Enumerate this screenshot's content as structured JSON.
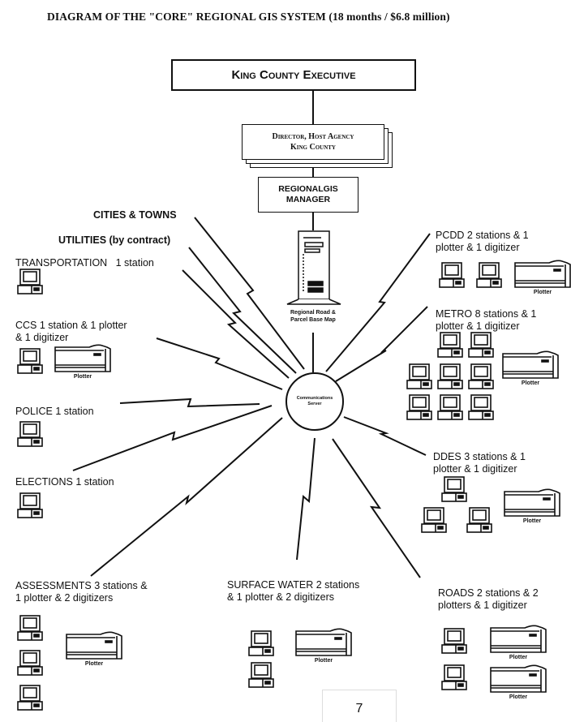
{
  "title": "DIAGRAM OF THE \"CORE\" REGIONAL GIS SYSTEM (18 months / $6.8 million)",
  "hierarchy": {
    "executive": "King County Executive",
    "director_line1": "Director, Host Agency",
    "director_line2": "King County",
    "manager_line1": "REGIONALGIS",
    "manager_line2": "MANAGER",
    "server_line1": "Regional Road &",
    "server_line2": "Parcel Base Map",
    "hub_line1": "Communications",
    "hub_line2": "Server"
  },
  "nodes": [
    {
      "id": "cities",
      "label": "CITIES & TOWNS",
      "stations": 0,
      "plotters": 0
    },
    {
      "id": "utilities",
      "label": "UTILITIES (by contract)",
      "stations": 0,
      "plotters": 0
    },
    {
      "id": "transportation",
      "label": "TRANSPORTATION   1 station",
      "stations": 1,
      "plotters": 0
    },
    {
      "id": "ccs",
      "line1": "CCS  1 station & 1 plotter",
      "line2": "& 1 digitizer",
      "stations": 1,
      "plotters": 1
    },
    {
      "id": "police",
      "label": "POLICE  1 station",
      "stations": 1,
      "plotters": 0
    },
    {
      "id": "elections",
      "label": "ELECTIONS  1 station",
      "stations": 1,
      "plotters": 0
    },
    {
      "id": "assessments",
      "line1": "ASSESSMENTS  3 stations &",
      "line2": "1 plotter & 2 digitizers",
      "stations": 3,
      "plotters": 1
    },
    {
      "id": "surface_water",
      "line1": "SURFACE WATER 2 stations",
      "line2": "& 1 plotter & 2 digitizers",
      "stations": 2,
      "plotters": 1
    },
    {
      "id": "roads",
      "line1": "ROADS  2 stations & 2",
      "line2": "plotters & 1 digitizer",
      "stations": 2,
      "plotters": 2
    },
    {
      "id": "ddes",
      "line1": "DDES  3 stations & 1",
      "line2": "plotter & 1 digitizer",
      "stations": 3,
      "plotters": 1
    },
    {
      "id": "metro",
      "line1": "METRO 8 stations & 1",
      "line2": "plotter & 1 digitizer",
      "stations": 8,
      "plotters": 1
    },
    {
      "id": "pcdd",
      "line1": "PCDD  2 stations & 1",
      "line2": "plotter & 1 digitizer",
      "stations": 2,
      "plotters": 1
    }
  ],
  "plotter_label": "Plotter",
  "page_number": "7"
}
